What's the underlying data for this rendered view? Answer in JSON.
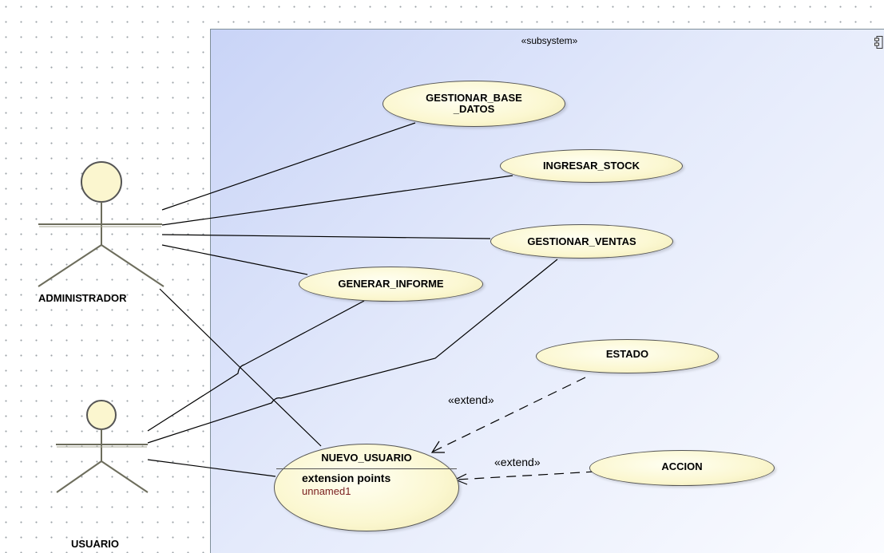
{
  "subsystem": {
    "stereotype": "«subsystem»"
  },
  "actors": {
    "admin": "ADMINISTRADOR",
    "user": "USUARIO"
  },
  "use_cases": {
    "gestionar_base_datos": "GESTIONAR_BASE\n_DATOS",
    "ingresar_stock": "INGRESAR_STOCK",
    "gestionar_ventas": "GESTIONAR_VENTAS",
    "generar_informe": "GENERAR_INFORME",
    "estado": "ESTADO",
    "nuevo_usuario": "NUEVO_USUARIO",
    "accion": "ACCION"
  },
  "nuevo_usuario_extension": {
    "heading": "extension points",
    "items": [
      "unnamed1"
    ]
  },
  "relations": {
    "extend_estado": "«extend»",
    "extend_accion": "«extend»"
  },
  "colors": {
    "subsystem_fill_start": "#c9d4f7",
    "use_case_fill": "#fbf7d0",
    "line": "#000000"
  }
}
